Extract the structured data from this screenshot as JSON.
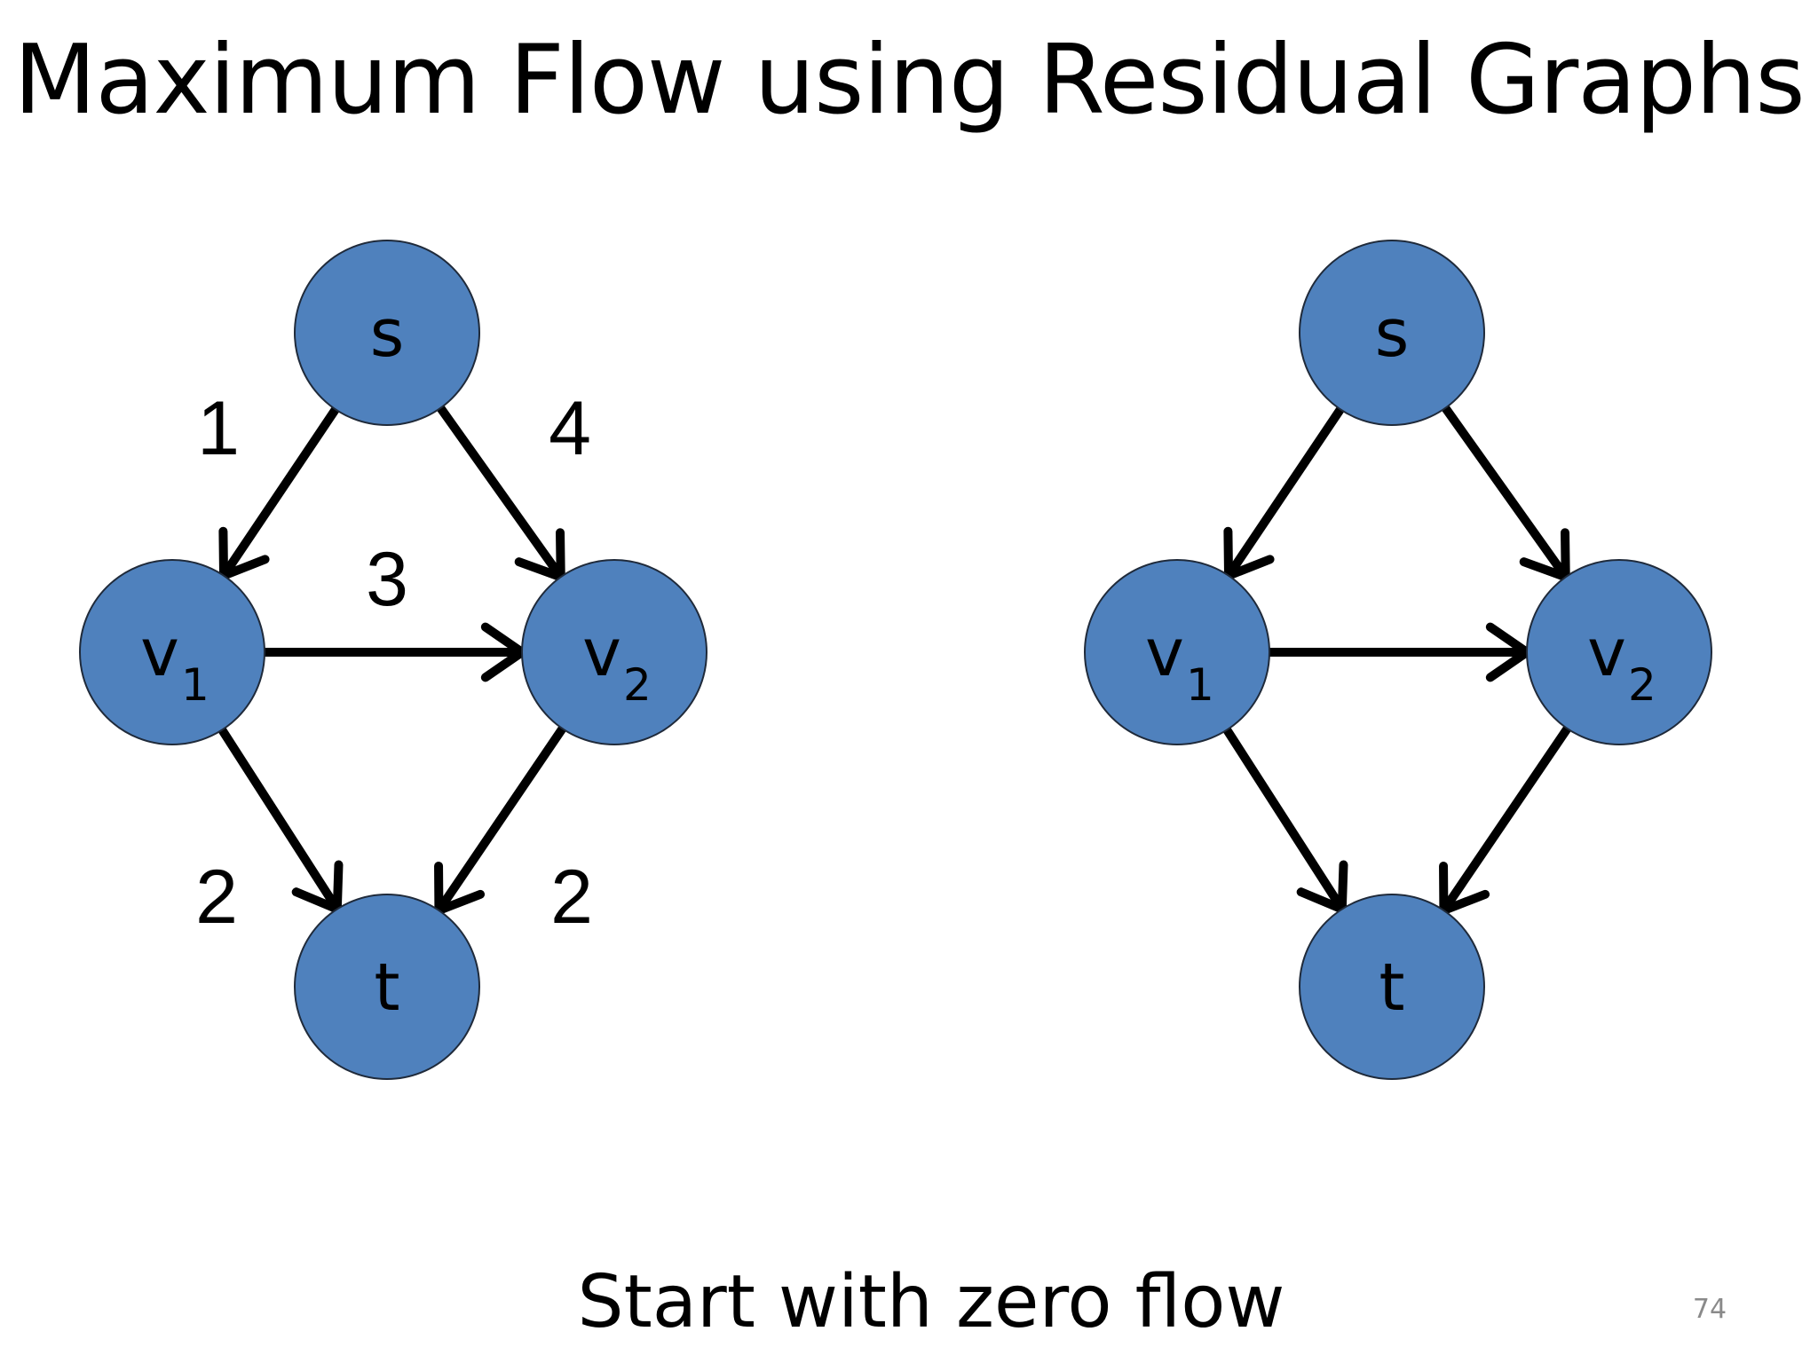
{
  "slide": {
    "title": "Maximum Flow using Residual Graphs",
    "caption": "Start with zero flow",
    "page_number": "74"
  },
  "colors": {
    "node_fill": "#4f81bd",
    "node_stroke": "#1f2a3a",
    "edge": "#000000",
    "page_number": "#8a8a8a"
  },
  "graphs": [
    {
      "id": "flow-network",
      "nodes": [
        {
          "id": "s",
          "label": "s",
          "sub": ""
        },
        {
          "id": "v1",
          "label": "v",
          "sub": "1"
        },
        {
          "id": "v2",
          "label": "v",
          "sub": "2"
        },
        {
          "id": "t",
          "label": "t",
          "sub": ""
        }
      ],
      "edges": [
        {
          "from": "s",
          "to": "v1",
          "weight": "1"
        },
        {
          "from": "s",
          "to": "v2",
          "weight": "4"
        },
        {
          "from": "v1",
          "to": "v2",
          "weight": "3"
        },
        {
          "from": "v1",
          "to": "t",
          "weight": "2"
        },
        {
          "from": "v2",
          "to": "t",
          "weight": "2"
        }
      ]
    },
    {
      "id": "residual-graph",
      "nodes": [
        {
          "id": "s",
          "label": "s",
          "sub": ""
        },
        {
          "id": "v1",
          "label": "v",
          "sub": "1"
        },
        {
          "id": "v2",
          "label": "v",
          "sub": "2"
        },
        {
          "id": "t",
          "label": "t",
          "sub": ""
        }
      ],
      "edges": [
        {
          "from": "s",
          "to": "v1",
          "weight": ""
        },
        {
          "from": "s",
          "to": "v2",
          "weight": ""
        },
        {
          "from": "v1",
          "to": "v2",
          "weight": ""
        },
        {
          "from": "v1",
          "to": "t",
          "weight": ""
        },
        {
          "from": "v2",
          "to": "t",
          "weight": ""
        }
      ]
    }
  ]
}
